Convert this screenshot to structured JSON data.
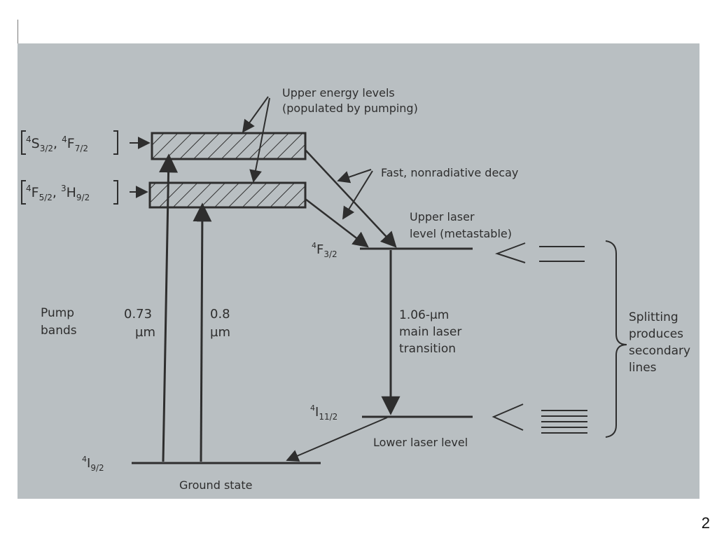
{
  "page_number": "2",
  "colors": {
    "photo_bg": "#b9bfc2",
    "ink": "#2e2e2e"
  },
  "diagram": {
    "upper_levels_note": [
      "Upper energy levels",
      "(populated by pumping)"
    ],
    "decay_note": "Fast, nonradiative decay",
    "upper_laser_level_note": [
      "Upper laser",
      "level (metastable)"
    ],
    "band1": {
      "prefix": "4",
      "main1": "S",
      "sub1": "3/2",
      "sep": ", ",
      "prefix2": "4",
      "main2": "F",
      "sub2": "7/2"
    },
    "band2": {
      "prefix": "4",
      "main1": "F",
      "sub1": "5/2",
      "sep": ", ",
      "prefix2": "3",
      "main2": "H",
      "sub2": "9/2"
    },
    "level_f32": {
      "sup": "4",
      "main": "F",
      "sub": "3/2"
    },
    "level_i112": {
      "sup": "4",
      "main": "I",
      "sub": "11/2"
    },
    "level_i92": {
      "sup": "4",
      "main": "I",
      "sub": "9/2"
    },
    "pump_bands_label": [
      "Pump",
      "bands"
    ],
    "pump1_label": [
      "0.73",
      "µm"
    ],
    "pump2_label": [
      "0.8",
      "µm"
    ],
    "laser_transition_label": [
      "1.06-µm",
      "main laser",
      "transition"
    ],
    "lower_laser_level_label": "Lower laser level",
    "ground_state_label": "Ground state",
    "splitting_label": [
      "Splitting",
      "produces",
      "secondary",
      "lines"
    ]
  }
}
